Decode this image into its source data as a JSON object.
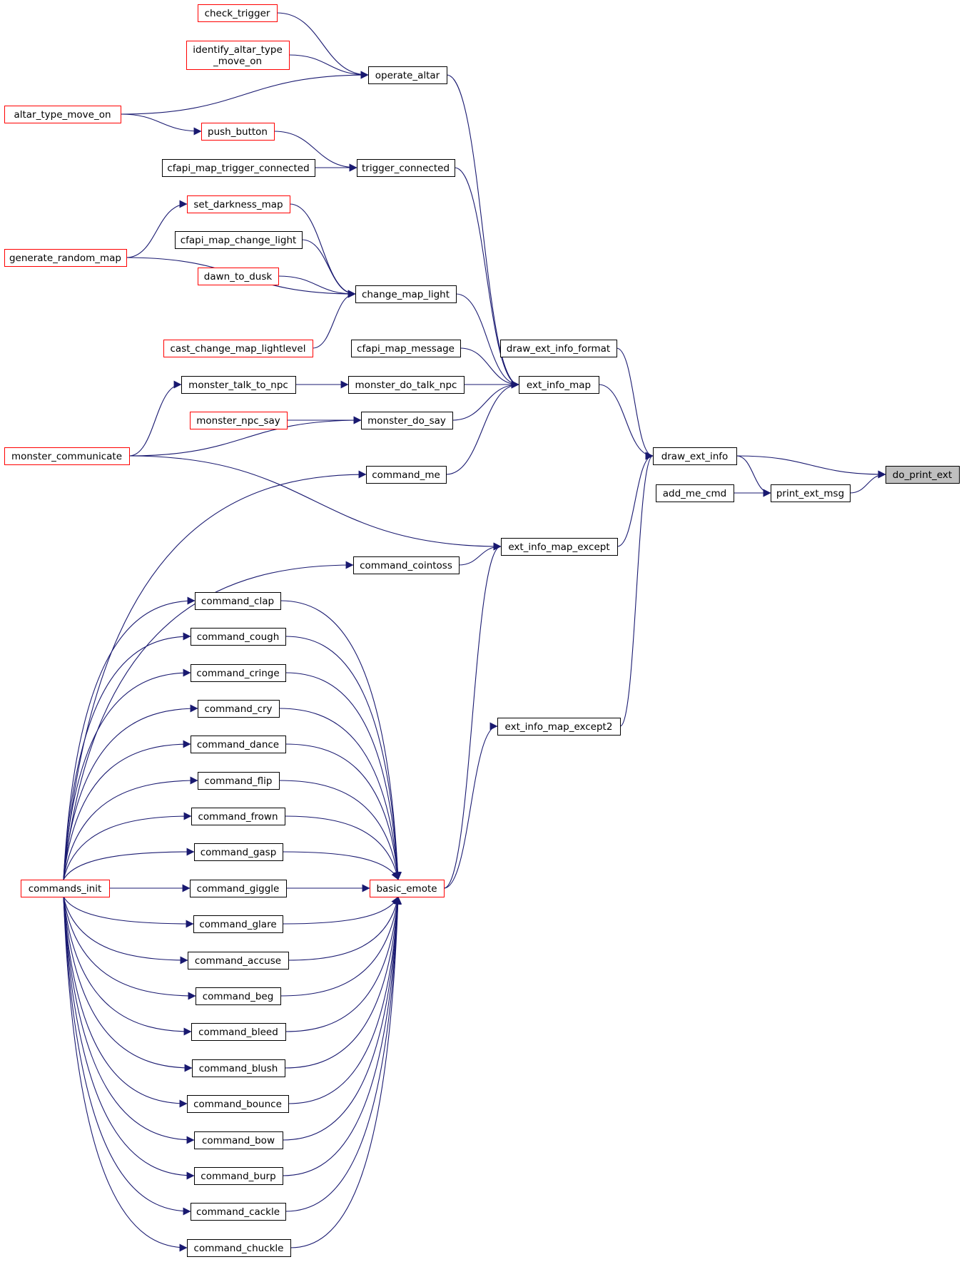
{
  "colors": {
    "edge": "#191970",
    "node_border_normal": "#000000",
    "node_border_truncated": "#ff0000",
    "node_fill_current": "#bfbfbf",
    "node_fill": "#ffffff"
  },
  "nodes": [
    {
      "id": "check_trigger",
      "lines": [
        "check_trigger"
      ],
      "style": "red"
    },
    {
      "id": "identify_altar_type_move_on",
      "lines": [
        "identify_altar_type",
        "_move_on"
      ],
      "style": "red"
    },
    {
      "id": "operate_altar",
      "lines": [
        "operate_altar"
      ],
      "style": "black"
    },
    {
      "id": "altar_type_move_on",
      "lines": [
        "altar_type_move_on"
      ],
      "style": "red"
    },
    {
      "id": "push_button",
      "lines": [
        "push_button"
      ],
      "style": "red"
    },
    {
      "id": "cfapi_map_trigger_connected",
      "lines": [
        "cfapi_map_trigger_connected"
      ],
      "style": "black"
    },
    {
      "id": "trigger_connected",
      "lines": [
        "trigger_connected"
      ],
      "style": "black"
    },
    {
      "id": "set_darkness_map",
      "lines": [
        "set_darkness_map"
      ],
      "style": "red"
    },
    {
      "id": "cfapi_map_change_light",
      "lines": [
        "cfapi_map_change_light"
      ],
      "style": "black"
    },
    {
      "id": "generate_random_map",
      "lines": [
        "generate_random_map"
      ],
      "style": "red"
    },
    {
      "id": "dawn_to_dusk",
      "lines": [
        "dawn_to_dusk"
      ],
      "style": "red"
    },
    {
      "id": "change_map_light",
      "lines": [
        "change_map_light"
      ],
      "style": "black"
    },
    {
      "id": "cast_change_map_lightlevel",
      "lines": [
        "cast_change_map_lightlevel"
      ],
      "style": "red"
    },
    {
      "id": "cfapi_map_message",
      "lines": [
        "cfapi_map_message"
      ],
      "style": "black"
    },
    {
      "id": "draw_ext_info_format",
      "lines": [
        "draw_ext_info_format"
      ],
      "style": "black"
    },
    {
      "id": "monster_talk_to_npc",
      "lines": [
        "monster_talk_to_npc"
      ],
      "style": "black"
    },
    {
      "id": "monster_do_talk_npc",
      "lines": [
        "monster_do_talk_npc"
      ],
      "style": "black"
    },
    {
      "id": "ext_info_map",
      "lines": [
        "ext_info_map"
      ],
      "style": "black"
    },
    {
      "id": "monster_npc_say",
      "lines": [
        "monster_npc_say"
      ],
      "style": "red"
    },
    {
      "id": "monster_do_say",
      "lines": [
        "monster_do_say"
      ],
      "style": "black"
    },
    {
      "id": "monster_communicate",
      "lines": [
        "monster_communicate"
      ],
      "style": "red"
    },
    {
      "id": "draw_ext_info",
      "lines": [
        "draw_ext_info"
      ],
      "style": "black"
    },
    {
      "id": "command_me",
      "lines": [
        "command_me"
      ],
      "style": "black"
    },
    {
      "id": "do_print_ext",
      "lines": [
        "do_print_ext"
      ],
      "style": "current"
    },
    {
      "id": "add_me_cmd",
      "lines": [
        "add_me_cmd"
      ],
      "style": "black"
    },
    {
      "id": "print_ext_msg",
      "lines": [
        "print_ext_msg"
      ],
      "style": "black"
    },
    {
      "id": "ext_info_map_except",
      "lines": [
        "ext_info_map_except"
      ],
      "style": "black"
    },
    {
      "id": "command_cointoss",
      "lines": [
        "command_cointoss"
      ],
      "style": "black"
    },
    {
      "id": "command_clap",
      "lines": [
        "command_clap"
      ],
      "style": "black"
    },
    {
      "id": "command_cough",
      "lines": [
        "command_cough"
      ],
      "style": "black"
    },
    {
      "id": "command_cringe",
      "lines": [
        "command_cringe"
      ],
      "style": "black"
    },
    {
      "id": "command_cry",
      "lines": [
        "command_cry"
      ],
      "style": "black"
    },
    {
      "id": "ext_info_map_except2",
      "lines": [
        "ext_info_map_except2"
      ],
      "style": "black"
    },
    {
      "id": "command_dance",
      "lines": [
        "command_dance"
      ],
      "style": "black"
    },
    {
      "id": "command_flip",
      "lines": [
        "command_flip"
      ],
      "style": "black"
    },
    {
      "id": "command_frown",
      "lines": [
        "command_frown"
      ],
      "style": "black"
    },
    {
      "id": "command_gasp",
      "lines": [
        "command_gasp"
      ],
      "style": "black"
    },
    {
      "id": "commands_init",
      "lines": [
        "commands_init"
      ],
      "style": "red"
    },
    {
      "id": "command_giggle",
      "lines": [
        "command_giggle"
      ],
      "style": "black"
    },
    {
      "id": "basic_emote",
      "lines": [
        "basic_emote"
      ],
      "style": "red"
    },
    {
      "id": "command_glare",
      "lines": [
        "command_glare"
      ],
      "style": "black"
    },
    {
      "id": "command_accuse",
      "lines": [
        "command_accuse"
      ],
      "style": "black"
    },
    {
      "id": "command_beg",
      "lines": [
        "command_beg"
      ],
      "style": "black"
    },
    {
      "id": "command_bleed",
      "lines": [
        "command_bleed"
      ],
      "style": "black"
    },
    {
      "id": "command_blush",
      "lines": [
        "command_blush"
      ],
      "style": "black"
    },
    {
      "id": "command_bounce",
      "lines": [
        "command_bounce"
      ],
      "style": "black"
    },
    {
      "id": "command_bow",
      "lines": [
        "command_bow"
      ],
      "style": "black"
    },
    {
      "id": "command_burp",
      "lines": [
        "command_burp"
      ],
      "style": "black"
    },
    {
      "id": "command_cackle",
      "lines": [
        "command_cackle"
      ],
      "style": "black"
    },
    {
      "id": "command_chuckle",
      "lines": [
        "command_chuckle"
      ],
      "style": "black"
    }
  ],
  "edges": [
    {
      "from": "check_trigger",
      "to": "operate_altar"
    },
    {
      "from": "identify_altar_type_move_on",
      "to": "operate_altar"
    },
    {
      "from": "altar_type_move_on",
      "to": "operate_altar"
    },
    {
      "from": "altar_type_move_on",
      "to": "push_button"
    },
    {
      "from": "push_button",
      "to": "trigger_connected"
    },
    {
      "from": "cfapi_map_trigger_connected",
      "to": "trigger_connected"
    },
    {
      "from": "generate_random_map",
      "to": "set_darkness_map"
    },
    {
      "from": "generate_random_map",
      "to": "change_map_light"
    },
    {
      "from": "set_darkness_map",
      "to": "change_map_light"
    },
    {
      "from": "cfapi_map_change_light",
      "to": "change_map_light"
    },
    {
      "from": "dawn_to_dusk",
      "to": "change_map_light"
    },
    {
      "from": "cast_change_map_lightlevel",
      "to": "change_map_light"
    },
    {
      "from": "operate_altar",
      "to": "ext_info_map"
    },
    {
      "from": "trigger_connected",
      "to": "ext_info_map"
    },
    {
      "from": "change_map_light",
      "to": "ext_info_map"
    },
    {
      "from": "cfapi_map_message",
      "to": "ext_info_map"
    },
    {
      "from": "monster_do_talk_npc",
      "to": "ext_info_map"
    },
    {
      "from": "monster_do_say",
      "to": "ext_info_map"
    },
    {
      "from": "command_me",
      "to": "ext_info_map"
    },
    {
      "from": "monster_communicate",
      "to": "monster_talk_to_npc"
    },
    {
      "from": "monster_talk_to_npc",
      "to": "monster_do_talk_npc"
    },
    {
      "from": "monster_npc_say",
      "to": "monster_do_say"
    },
    {
      "from": "monster_communicate",
      "to": "monster_do_say"
    },
    {
      "from": "monster_communicate",
      "to": "ext_info_map_except"
    },
    {
      "from": "commands_init",
      "to": "command_me"
    },
    {
      "from": "commands_init",
      "to": "command_cointoss"
    },
    {
      "from": "command_cointoss",
      "to": "ext_info_map_except"
    },
    {
      "from": "ext_info_map",
      "to": "draw_ext_info"
    },
    {
      "from": "draw_ext_info_format",
      "to": "draw_ext_info"
    },
    {
      "from": "ext_info_map_except",
      "to": "draw_ext_info"
    },
    {
      "from": "ext_info_map_except2",
      "to": "draw_ext_info"
    },
    {
      "from": "draw_ext_info",
      "to": "do_print_ext"
    },
    {
      "from": "draw_ext_info",
      "to": "print_ext_msg"
    },
    {
      "from": "add_me_cmd",
      "to": "print_ext_msg"
    },
    {
      "from": "print_ext_msg",
      "to": "do_print_ext"
    },
    {
      "from": "basic_emote",
      "to": "ext_info_map_except"
    },
    {
      "from": "basic_emote",
      "to": "ext_info_map_except2"
    },
    {
      "from": "commands_init",
      "to": "command_clap"
    },
    {
      "from": "commands_init",
      "to": "command_cough"
    },
    {
      "from": "commands_init",
      "to": "command_cringe"
    },
    {
      "from": "commands_init",
      "to": "command_cry"
    },
    {
      "from": "commands_init",
      "to": "command_dance"
    },
    {
      "from": "commands_init",
      "to": "command_flip"
    },
    {
      "from": "commands_init",
      "to": "command_frown"
    },
    {
      "from": "commands_init",
      "to": "command_gasp"
    },
    {
      "from": "commands_init",
      "to": "command_giggle"
    },
    {
      "from": "commands_init",
      "to": "command_glare"
    },
    {
      "from": "commands_init",
      "to": "command_accuse"
    },
    {
      "from": "commands_init",
      "to": "command_beg"
    },
    {
      "from": "commands_init",
      "to": "command_bleed"
    },
    {
      "from": "commands_init",
      "to": "command_blush"
    },
    {
      "from": "commands_init",
      "to": "command_bounce"
    },
    {
      "from": "commands_init",
      "to": "command_bow"
    },
    {
      "from": "commands_init",
      "to": "command_burp"
    },
    {
      "from": "commands_init",
      "to": "command_cackle"
    },
    {
      "from": "commands_init",
      "to": "command_chuckle"
    },
    {
      "from": "command_clap",
      "to": "basic_emote"
    },
    {
      "from": "command_cough",
      "to": "basic_emote"
    },
    {
      "from": "command_cringe",
      "to": "basic_emote"
    },
    {
      "from": "command_cry",
      "to": "basic_emote"
    },
    {
      "from": "command_dance",
      "to": "basic_emote"
    },
    {
      "from": "command_flip",
      "to": "basic_emote"
    },
    {
      "from": "command_frown",
      "to": "basic_emote"
    },
    {
      "from": "command_gasp",
      "to": "basic_emote"
    },
    {
      "from": "command_giggle",
      "to": "basic_emote"
    },
    {
      "from": "command_glare",
      "to": "basic_emote"
    },
    {
      "from": "command_accuse",
      "to": "basic_emote"
    },
    {
      "from": "command_beg",
      "to": "basic_emote"
    },
    {
      "from": "command_bleed",
      "to": "basic_emote"
    },
    {
      "from": "command_blush",
      "to": "basic_emote"
    },
    {
      "from": "command_bounce",
      "to": "basic_emote"
    },
    {
      "from": "command_bow",
      "to": "basic_emote"
    },
    {
      "from": "command_burp",
      "to": "basic_emote"
    },
    {
      "from": "command_cackle",
      "to": "basic_emote"
    },
    {
      "from": "command_chuckle",
      "to": "basic_emote"
    }
  ]
}
